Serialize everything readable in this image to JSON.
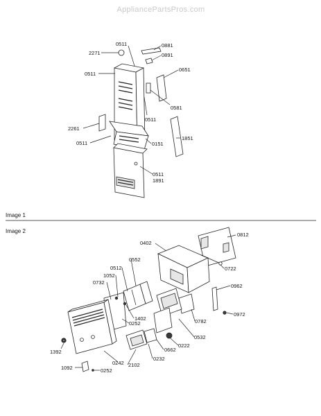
{
  "watermark": "AppliancePartsPros.com",
  "sections": {
    "image1": "Image 1",
    "image2": "Image 2"
  },
  "parts": {
    "p0511_top": "0511",
    "p0881": "0881",
    "p2271": "2271",
    "p0891": "0891",
    "p0511_left": "0511",
    "p0651": "0651",
    "p0581": "0581",
    "p0511_mid": "0511",
    "p2261": "2261",
    "p1851": "1851",
    "p0511_low": "0511",
    "p0151": "0151",
    "p0511_bot": "0511",
    "p1891": "1891",
    "p0812": "0812",
    "p0402": "0402",
    "p0722": "0722",
    "p0552": "0552",
    "p0512": "0512",
    "p1052": "1052",
    "p0732": "0732",
    "p0962": "0962",
    "p0972": "0972",
    "p1402": "1402",
    "p0782": "0782",
    "p0252_mid": "0252",
    "p0532": "0532",
    "p0222": "0222",
    "p1392": "1392",
    "p0662": "0662",
    "p0232": "0232",
    "p0242": "0242",
    "p2102": "2102",
    "p1092": "1092",
    "p0252_bot": "0252"
  }
}
